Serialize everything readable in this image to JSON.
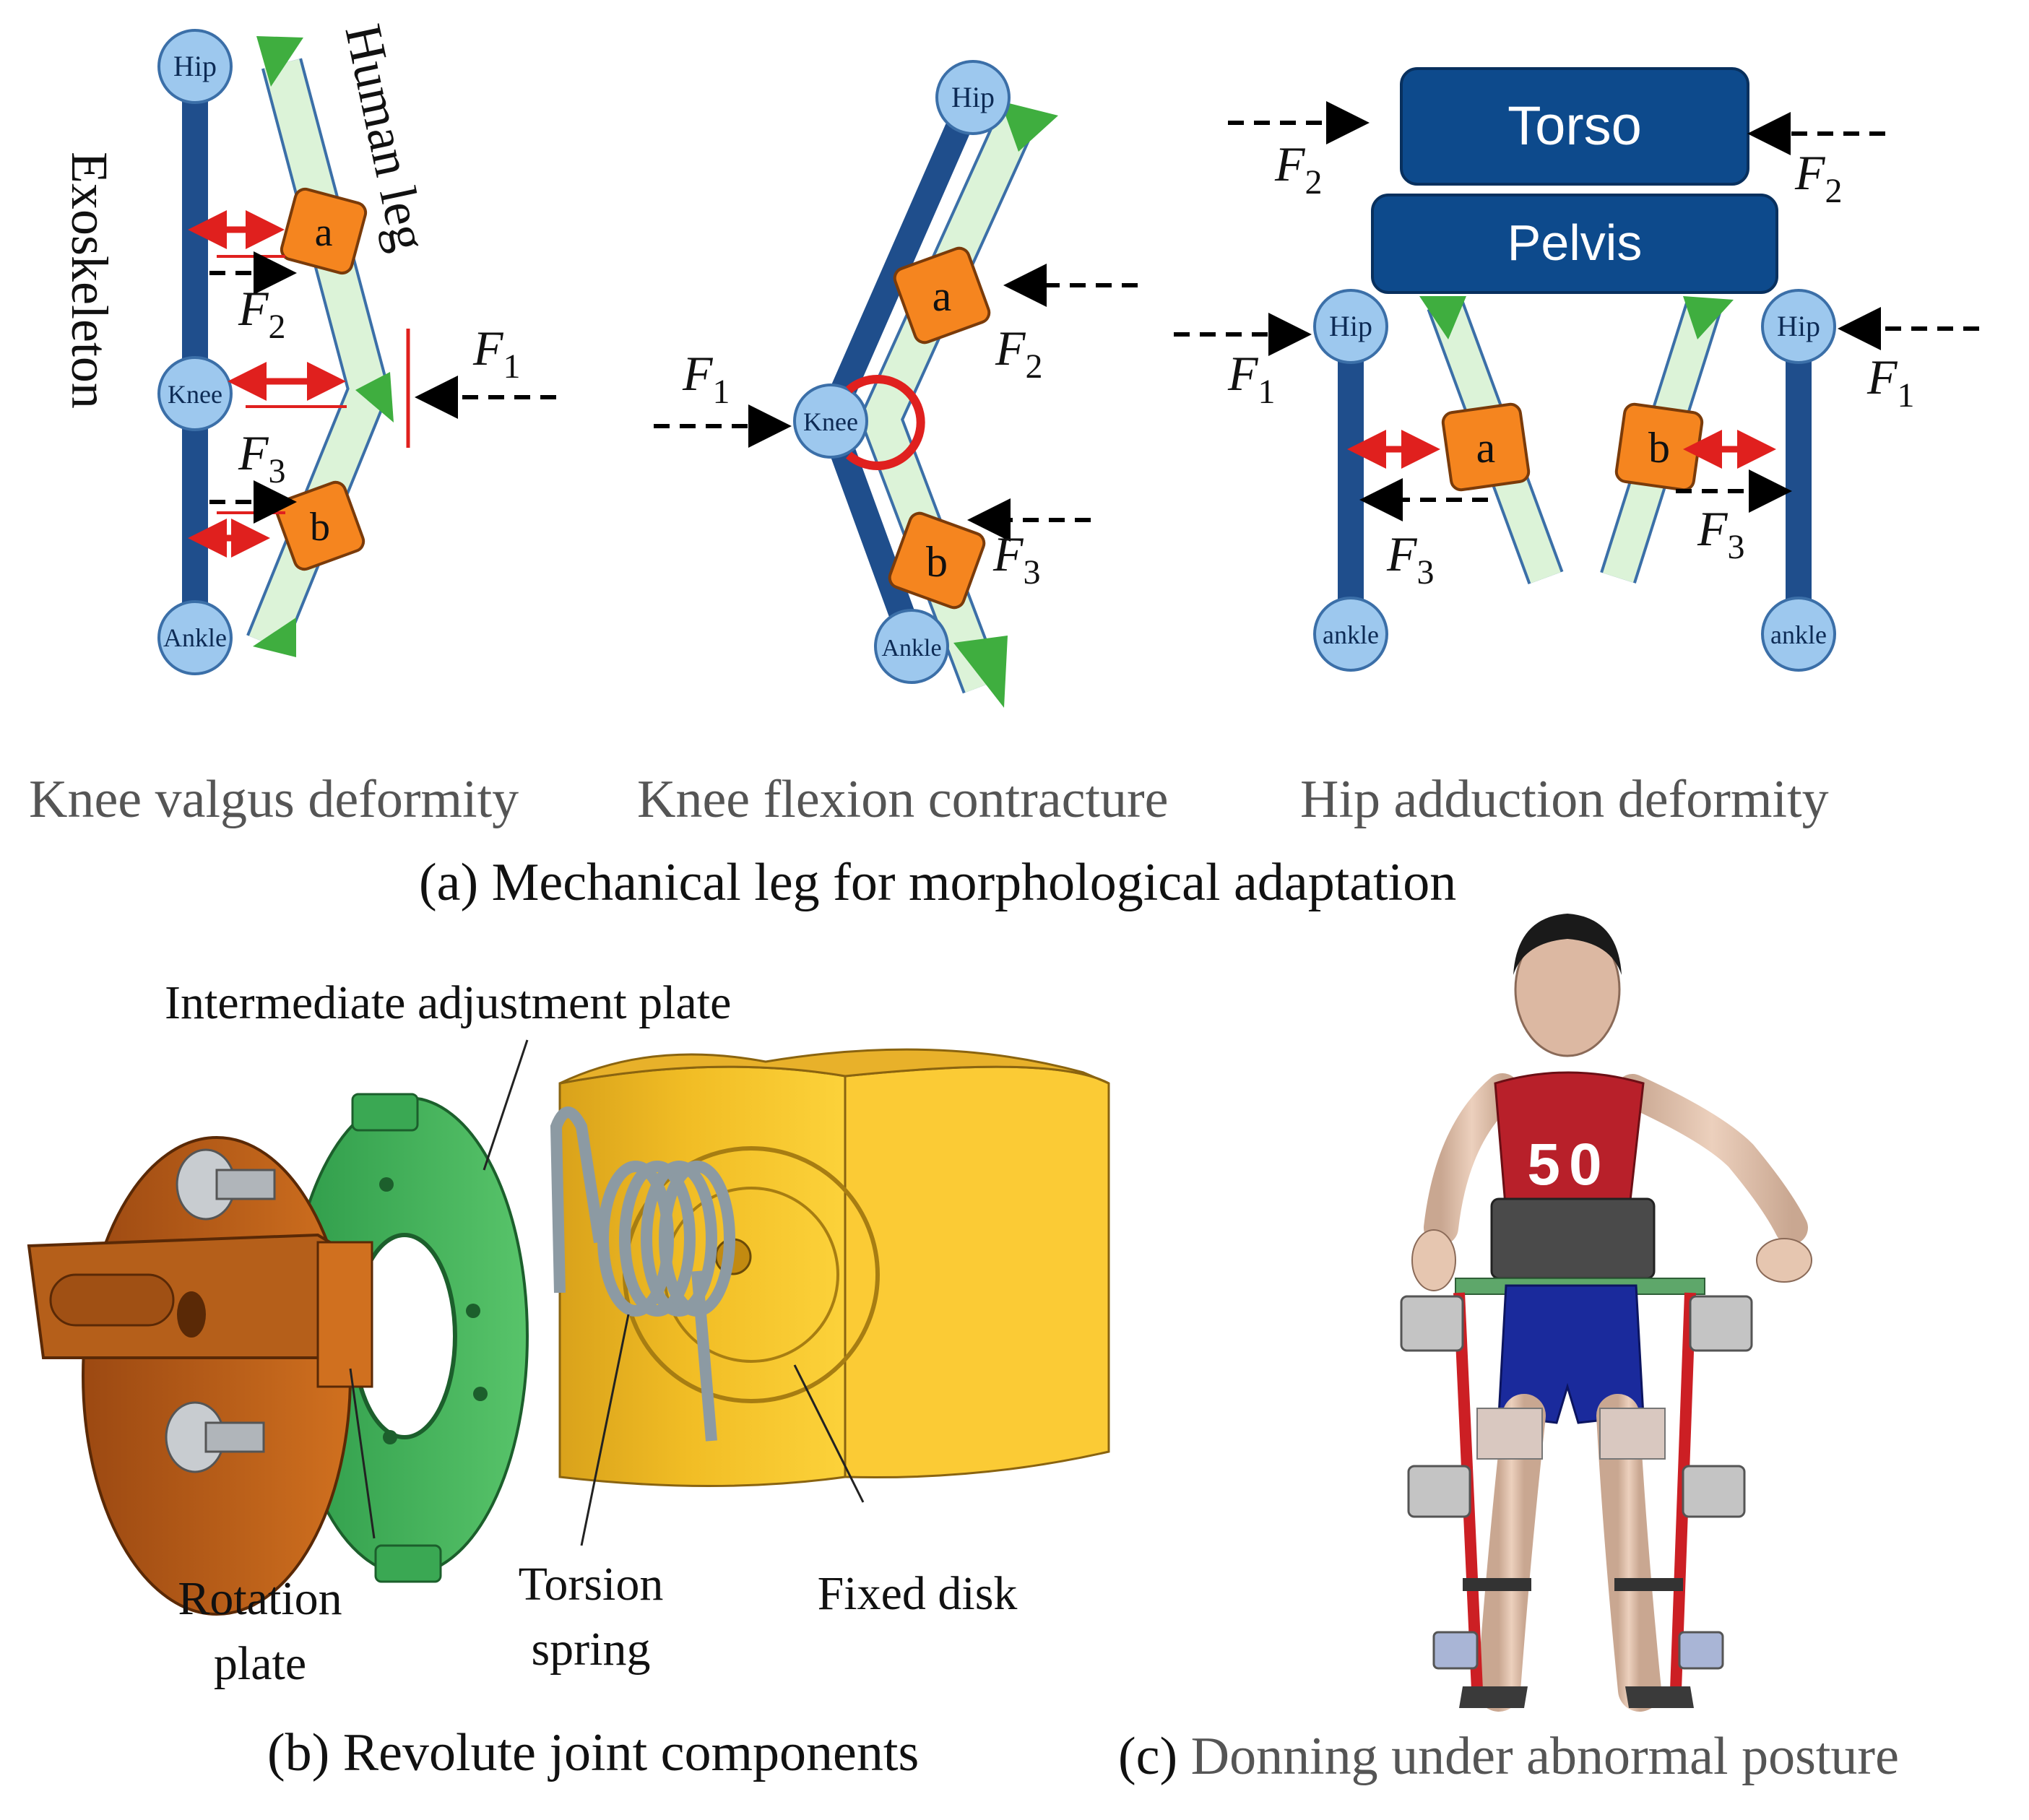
{
  "colors": {
    "exo_blue": "#1f4e8c",
    "joint_fill": "#9dc8ee",
    "leg_fill": "#dcf3d8",
    "leg_stroke": "#3b6fa8",
    "green_marker": "#3fae3f",
    "cuff_orange": "#f5851f",
    "red_arrow": "#e0201e",
    "block_blue": "#0d4a8c"
  },
  "panel_a": {
    "valgus": {
      "hip": "Hip",
      "knee": "Knee",
      "ankle": "Ankle",
      "exo_label": "Exoskeleton",
      "human_label": "Human leg",
      "cuff_a": "a",
      "cuff_b": "b",
      "f1": "F",
      "f1_sub": "1",
      "f2": "F",
      "f2_sub": "2",
      "f3": "F",
      "f3_sub": "3"
    },
    "flexion": {
      "hip": "Hip",
      "knee": "Knee",
      "ankle": "Ankle",
      "cuff_a": "a",
      "cuff_b": "b",
      "f1": "F",
      "f1_sub": "1",
      "f2": "F",
      "f2_sub": "2",
      "f3": "F",
      "f3_sub": "3"
    },
    "adduction": {
      "torso": "Torso",
      "pelvis": "Pelvis",
      "hip_left": "Hip",
      "hip_right": "Hip",
      "ankle_left": "ankle",
      "ankle_right": "ankle",
      "cuff_a": "a",
      "cuff_b": "b",
      "f1": "F",
      "f1_sub": "1",
      "f2": "F",
      "f2_sub": "2",
      "f3": "F",
      "f3_sub": "3"
    },
    "subcaptions": [
      "Knee valgus deformity",
      "Knee flexion contracture",
      "Hip adduction deformity"
    ],
    "caption": "(a) Mechanical leg for morphological adaptation"
  },
  "panel_b": {
    "label_intermediate": "Intermediate adjustment plate",
    "label_rotation_1": "Rotation",
    "label_rotation_2": "plate",
    "label_torsion_1": "Torsion",
    "label_torsion_2": "spring",
    "label_fixed": "Fixed disk",
    "caption": "(b) Revolute joint components"
  },
  "panel_c": {
    "shirt_number": "50",
    "caption_prefix": "(c)",
    "caption_text": "Donning under abnormal posture"
  }
}
